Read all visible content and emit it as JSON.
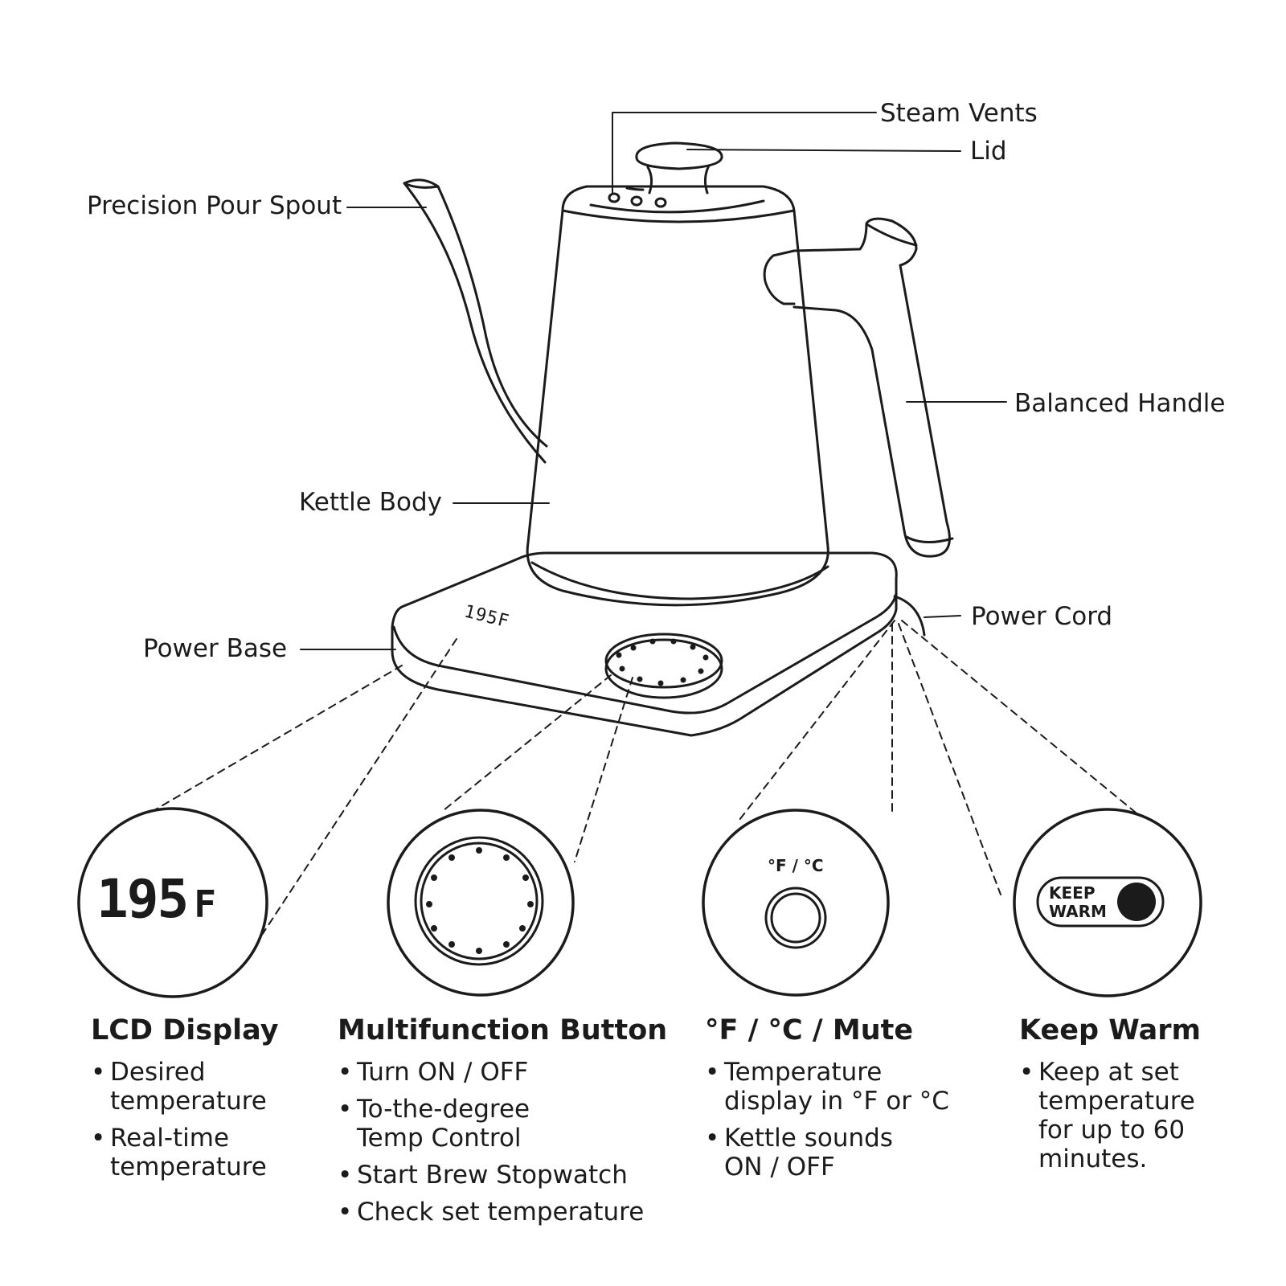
{
  "callouts": {
    "steam_vents": "Steam Vents",
    "lid": "Lid",
    "spout": "Precision Pour Spout",
    "handle": "Balanced Handle",
    "body": "Kettle Body",
    "power_base": "Power Base",
    "power_cord": "Power Cord"
  },
  "base_display_reading": "195F",
  "zoom": {
    "lcd_reading": "195",
    "lcd_unit": "F",
    "unit_button_label": "°F / °C",
    "keep_warm_line1": "KEEP",
    "keep_warm_line2": "WARM"
  },
  "features": [
    {
      "title": "LCD Display",
      "bullets": [
        "Desired temperature",
        "Real-time temperature"
      ]
    },
    {
      "title": "Multifunction Button",
      "bullets": [
        "Turn ON / OFF",
        "To-the-degree Temp Control",
        "Start Brew Stopwatch",
        "Check set temperature"
      ]
    },
    {
      "title": "°F / °C / Mute",
      "bullets": [
        "Temperature display in °F or °C",
        "Kettle sounds ON / OFF"
      ]
    },
    {
      "title": "Keep Warm",
      "bullets": [
        "Keep at set temperature for up to 60 minutes."
      ]
    }
  ]
}
